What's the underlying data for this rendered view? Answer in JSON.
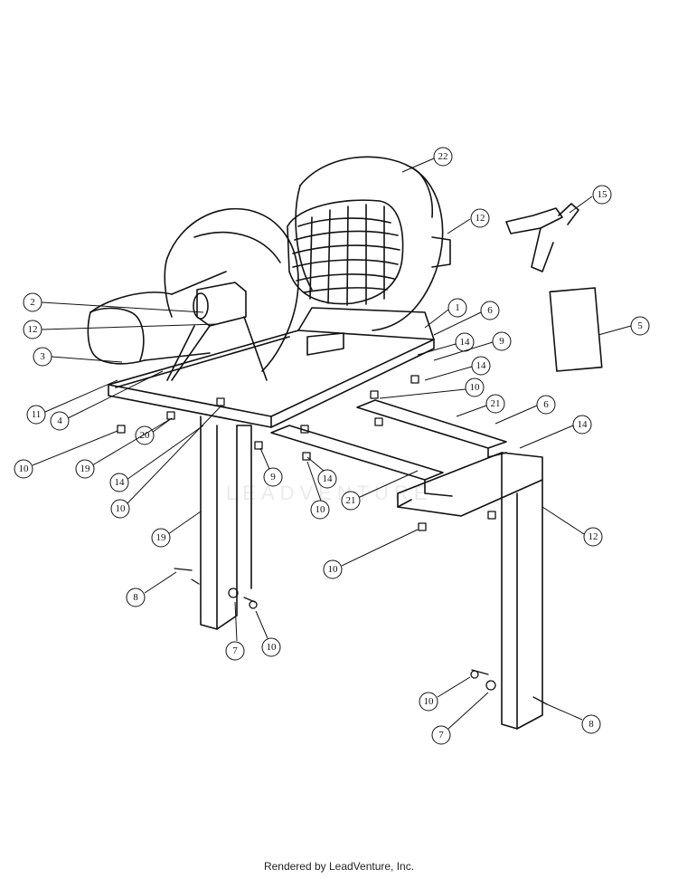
{
  "footer": "Rendered by LeadVenture, Inc.",
  "watermark": "LEADVENTURE",
  "callouts": [
    {
      "label": "22"
    },
    {
      "label": "15"
    },
    {
      "label": "12"
    },
    {
      "label": "2"
    },
    {
      "label": "12"
    },
    {
      "label": "1"
    },
    {
      "label": "6"
    },
    {
      "label": "5"
    },
    {
      "label": "3"
    },
    {
      "label": "14"
    },
    {
      "label": "9"
    },
    {
      "label": "14"
    },
    {
      "label": "10"
    },
    {
      "label": "21"
    },
    {
      "label": "6"
    },
    {
      "label": "14"
    },
    {
      "label": "11"
    },
    {
      "label": "4"
    },
    {
      "label": "20"
    },
    {
      "label": "10"
    },
    {
      "label": "19"
    },
    {
      "label": "14"
    },
    {
      "label": "9"
    },
    {
      "label": "14"
    },
    {
      "label": "10"
    },
    {
      "label": "21"
    },
    {
      "label": "10"
    },
    {
      "label": "12"
    },
    {
      "label": "19"
    },
    {
      "label": "10"
    },
    {
      "label": "8"
    },
    {
      "label": "7"
    },
    {
      "label": "10"
    },
    {
      "label": "10"
    },
    {
      "label": "7"
    },
    {
      "label": "8"
    }
  ]
}
